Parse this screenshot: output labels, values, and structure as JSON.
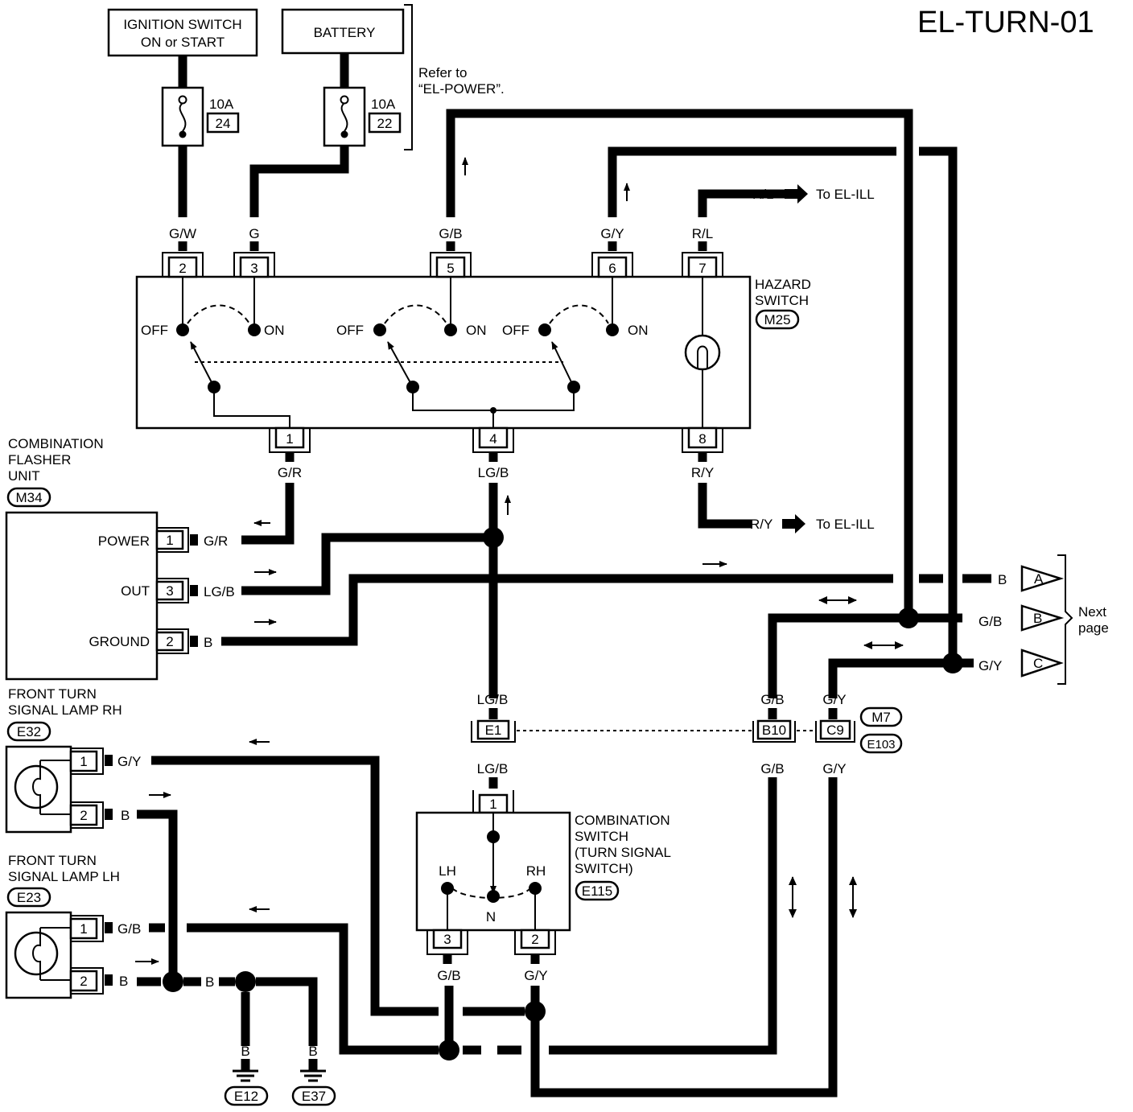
{
  "title": "EL-TURN-01",
  "sources": {
    "ignition": {
      "line1": "IGNITION SWITCH",
      "line2": "ON or START"
    },
    "battery": {
      "label": "BATTERY"
    },
    "refer_line1": "Refer to",
    "refer_line2": "“EL-POWER”."
  },
  "fuses": [
    {
      "rating": "10A",
      "number": "24"
    },
    {
      "rating": "10A",
      "number": "22"
    }
  ],
  "hazard_switch": {
    "line1": "HAZARD",
    "line2": "SWITCH",
    "connector": "M25",
    "top_pins": [
      "2",
      "3",
      "5",
      "6",
      "7"
    ],
    "bottom_pins": [
      "1",
      "4",
      "8"
    ],
    "top_wires": [
      "G/W",
      "G",
      "G/B",
      "G/Y",
      "R/L"
    ],
    "bottom_wires": [
      "G/R",
      "LG/B",
      "R/Y"
    ],
    "off_label": "OFF",
    "on_label": "ON"
  },
  "to_ill": {
    "rl_wire": "R/L",
    "ry_wire": "R/Y",
    "dest": "To EL-ILL"
  },
  "flasher": {
    "line1": "COMBINATION",
    "line2": "FLASHER",
    "line3": "UNIT",
    "connector": "M34",
    "terminals": [
      {
        "name": "POWER",
        "pin": "1",
        "wire": "G/R"
      },
      {
        "name": "OUT",
        "pin": "3",
        "wire": "LG/B"
      },
      {
        "name": "GROUND",
        "pin": "2",
        "wire": "B"
      }
    ]
  },
  "lamp_rh": {
    "line1": "FRONT TURN",
    "line2": "SIGNAL LAMP RH",
    "connector": "E32",
    "pins": [
      {
        "pin": "1",
        "wire": "G/Y"
      },
      {
        "pin": "2",
        "wire": "B"
      }
    ]
  },
  "lamp_lh": {
    "line1": "FRONT TURN",
    "line2": "SIGNAL LAMP LH",
    "connector": "E23",
    "pins": [
      {
        "pin": "1",
        "wire": "G/B"
      },
      {
        "pin": "2",
        "wire": "B"
      }
    ]
  },
  "grounds": {
    "wire": "B",
    "g1": "E12",
    "g2": "E37"
  },
  "combination_switch": {
    "line1": "COMBINATION",
    "line2": "SWITCH",
    "line3": "(TURN SIGNAL",
    "line4": "SWITCH)",
    "connector": "E115",
    "top_pin": "1",
    "pin_lh": "3",
    "pin_rh": "2",
    "lh": "LH",
    "rh": "RH",
    "n": "N",
    "wire_top": "LG/B",
    "wire_lh": "G/B",
    "wire_rh": "G/Y"
  },
  "inline_connectors": {
    "e1": "E1",
    "b10": "B10",
    "c9": "C9",
    "m7": "M7",
    "e103": "E103",
    "lgb_upper": "LG/B",
    "lgb_lower": "LG/B",
    "gb_upper": "G/B",
    "gb_lower": "G/B",
    "gy_upper": "G/Y",
    "gy_lower": "G/Y"
  },
  "next_page": {
    "line1": "Next",
    "line2": "page",
    "outputs": [
      {
        "wire": "B",
        "tag": "A"
      },
      {
        "wire": "G/B",
        "tag": "B"
      },
      {
        "wire": "G/Y",
        "tag": "C"
      }
    ]
  }
}
